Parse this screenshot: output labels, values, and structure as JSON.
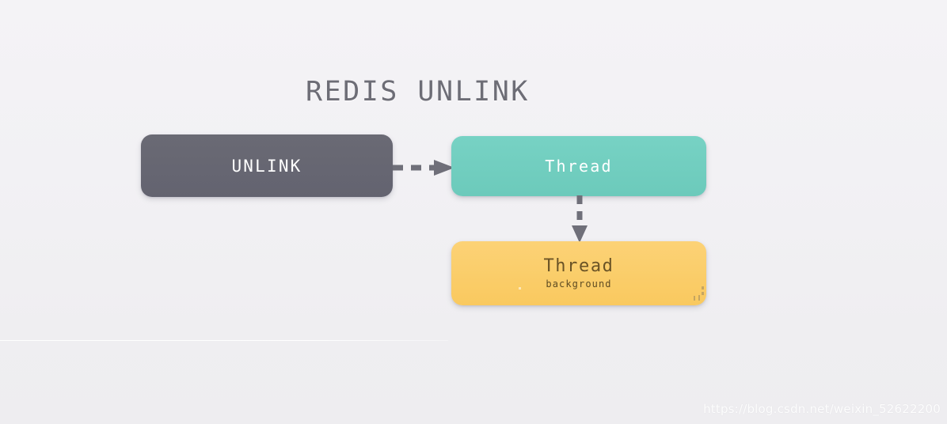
{
  "diagram": {
    "title": "REDIS UNLINK",
    "background_color": "#f1f0f3",
    "nodes": [
      {
        "id": "unlink",
        "label": "UNLINK",
        "subtitle": "",
        "color": "#66666f",
        "text_color": "#ffffff"
      },
      {
        "id": "thread-main",
        "label": "Thread",
        "subtitle": "",
        "color": "#70cebf",
        "text_color": "#ffffff"
      },
      {
        "id": "thread-background",
        "label": "Thread",
        "subtitle": "background",
        "color": "#fbce6a",
        "text_color": "#6a5326"
      }
    ],
    "edges": [
      {
        "id": "unlink-to-thread",
        "from": "unlink",
        "to": "thread-main",
        "style": "dashed",
        "direction": "right",
        "color": "#6f6f79"
      },
      {
        "id": "thread-to-background",
        "from": "thread-main",
        "to": "thread-background",
        "style": "dashed",
        "direction": "down",
        "color": "#6f6f79"
      }
    ]
  },
  "watermark": {
    "text": "https://blog.csdn.net/weixin_52622200"
  }
}
